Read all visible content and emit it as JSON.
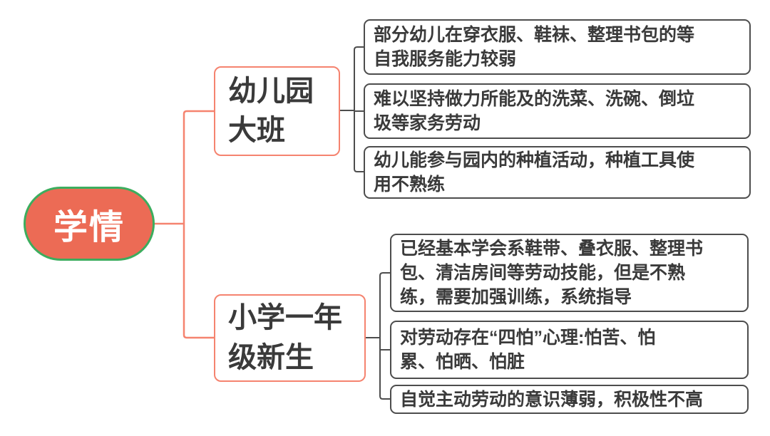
{
  "colors": {
    "root_fill": "#EC6B55",
    "root_border": "#3CAD5E",
    "root_text": "#FFFFFF",
    "branch_border": "#F5836F",
    "connector_red": "#F5836F",
    "leaf_border": "#4D4D4D",
    "connector_dark": "#4D4D4D",
    "text_dark": "#3A3A3A"
  },
  "root": {
    "label": "学情"
  },
  "branches": [
    {
      "label": "幼儿园\n大班",
      "leaves": [
        "部分幼儿在穿衣服、鞋袜、整理书包的等\n自我服务能力较弱",
        "难以坚持做力所能及的洗菜、洗碗、倒垃\n圾等家务劳动",
        "幼儿能参与园内的种植活动，种植工具使\n用不熟练"
      ]
    },
    {
      "label": "小学一年\n级新生",
      "leaves": [
        "已经基本学会系鞋带、叠衣服、整理书\n包、清洁房间等劳动技能，但是不熟\n练，需要加强训练，系统指导",
        "对劳动存在“四怕”心理:怕苦、怕\n累、怕晒、怕脏",
        "自觉主动劳动的意识薄弱，积极性不高"
      ]
    }
  ]
}
